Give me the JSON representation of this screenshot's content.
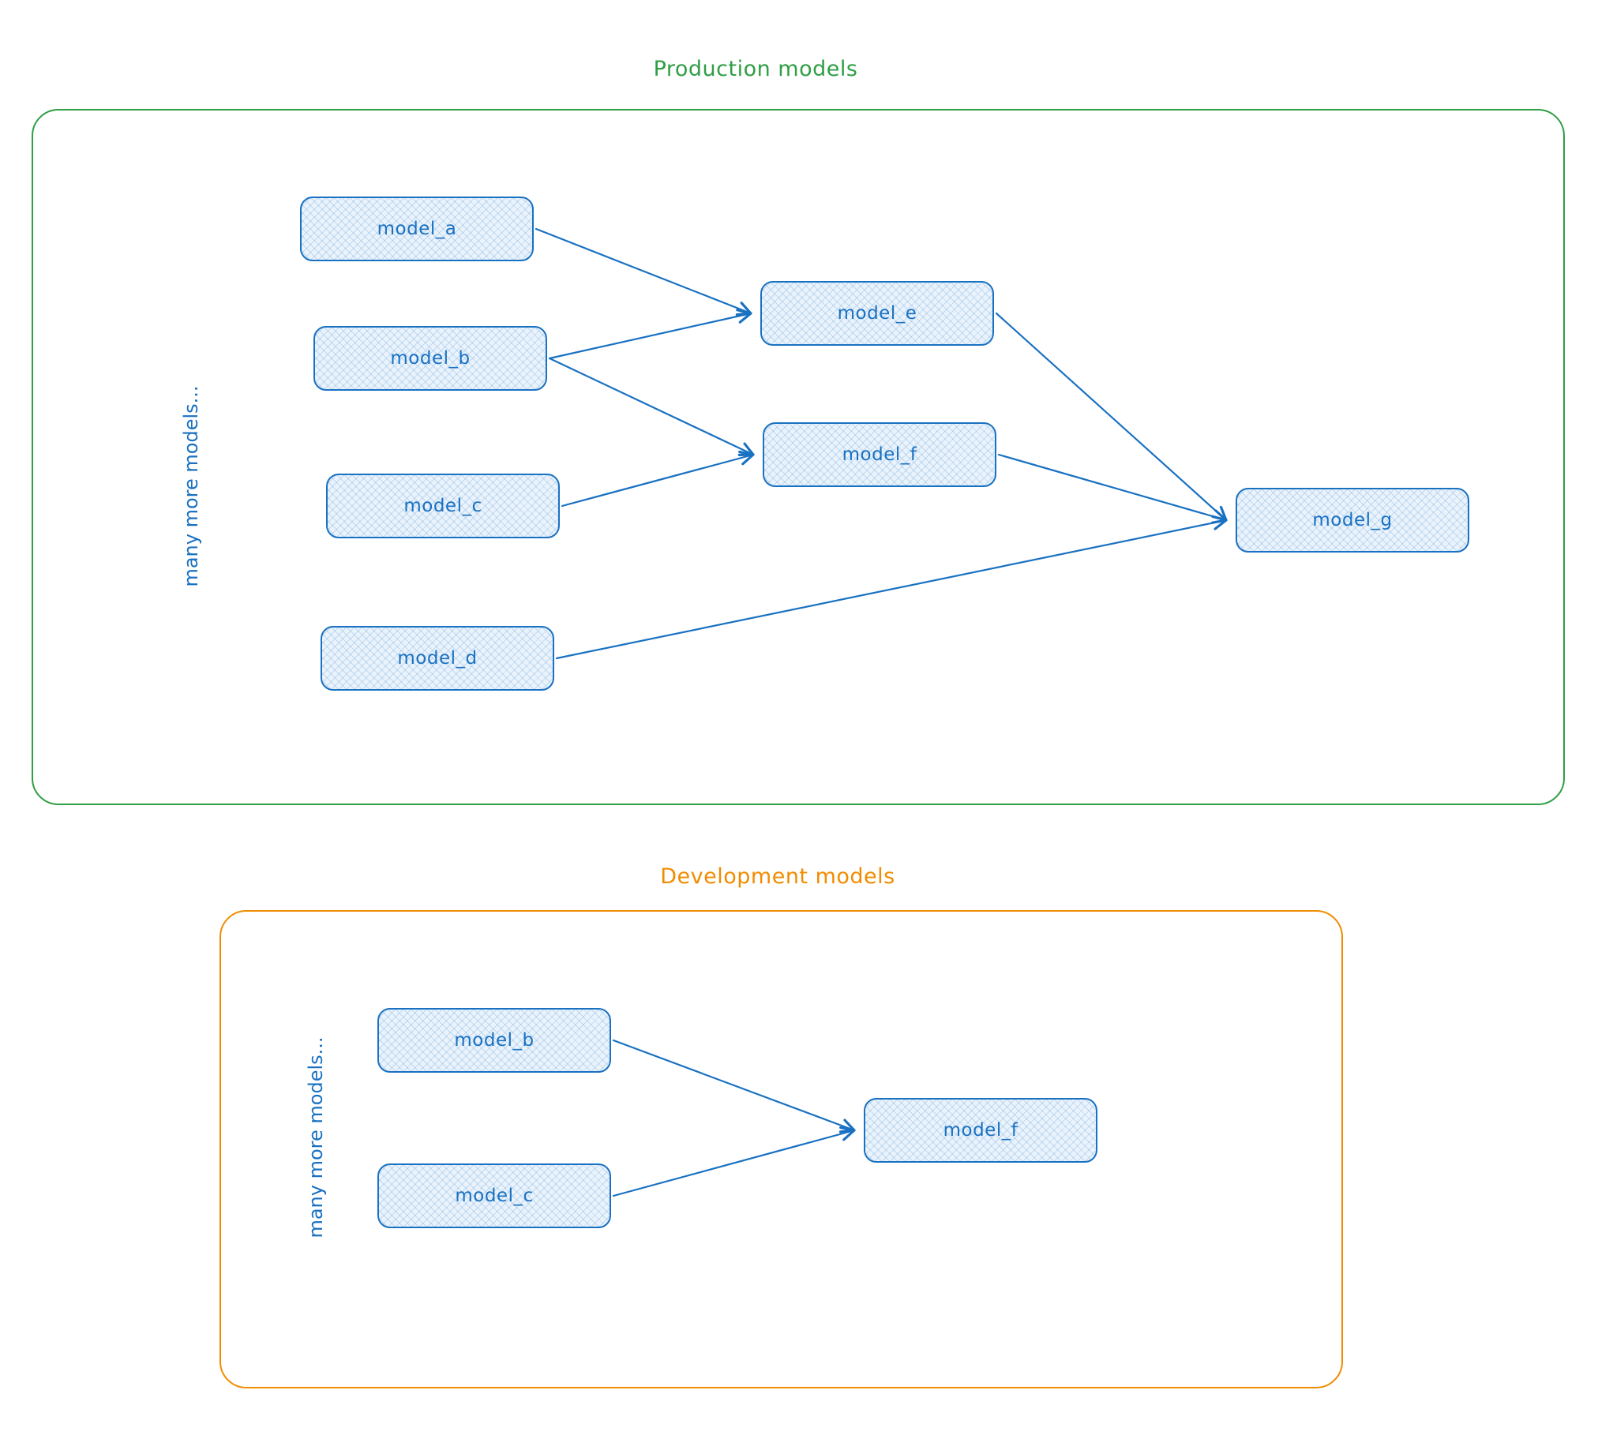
{
  "production": {
    "title": "Production models",
    "side_label": "many more models...",
    "nodes": [
      {
        "id": "p_a",
        "label": "model_a"
      },
      {
        "id": "p_b",
        "label": "model_b"
      },
      {
        "id": "p_c",
        "label": "model_c"
      },
      {
        "id": "p_d",
        "label": "model_d"
      },
      {
        "id": "p_e",
        "label": "model_e"
      },
      {
        "id": "p_f",
        "label": "model_f"
      },
      {
        "id": "p_g",
        "label": "model_g"
      }
    ],
    "edges": [
      {
        "from": "p_a",
        "to": "p_e"
      },
      {
        "from": "p_b",
        "to": "p_e"
      },
      {
        "from": "p_b",
        "to": "p_f"
      },
      {
        "from": "p_c",
        "to": "p_f"
      },
      {
        "from": "p_e",
        "to": "p_g"
      },
      {
        "from": "p_f",
        "to": "p_g"
      },
      {
        "from": "p_d",
        "to": "p_g"
      }
    ]
  },
  "development": {
    "title": "Development models",
    "side_label": "many more models...",
    "nodes": [
      {
        "id": "d_b",
        "label": "model_b"
      },
      {
        "id": "d_c",
        "label": "model_c"
      },
      {
        "id": "d_f",
        "label": "model_f"
      }
    ],
    "edges": [
      {
        "from": "d_b",
        "to": "d_f"
      },
      {
        "from": "d_c",
        "to": "d_f"
      }
    ]
  },
  "colors": {
    "node_stroke": "#1971c2",
    "node_fill": "#eaf3fc",
    "arrow": "#1971c2",
    "production_border": "#2f9e44",
    "development_border": "#f08c00"
  }
}
